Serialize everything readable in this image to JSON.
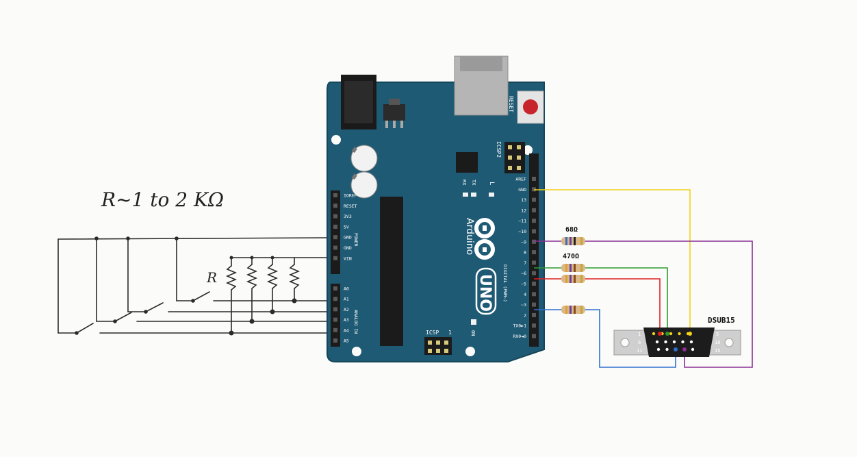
{
  "annotations": {
    "resistance_note": "R~1 to 2 KΩ",
    "r_label": "R"
  },
  "board": {
    "name": "Arduino",
    "model": "UNO",
    "reset_label": "RESET",
    "icsp2_label": "ICSP2",
    "icsp_label": "ICSP",
    "icsp_pin1": "1",
    "tx_label": "TX",
    "rx_label": "RX",
    "l_label": "L",
    "on_label": "ON",
    "power_section": "POWER",
    "analog_section": "ANALOG IN",
    "digital_section": "DIGITAL (PWM~)",
    "power_pins": [
      "IOREF",
      "RESET",
      "3V3",
      "5V",
      "GND",
      "GND",
      "VIN"
    ],
    "analog_pins": [
      "A0",
      "A1",
      "A2",
      "A3",
      "A4",
      "A5"
    ],
    "digital_pins": [
      "AREF",
      "GND",
      "13",
      "12",
      "~11",
      "~10",
      "~9",
      "8",
      "7",
      "~6",
      "~5",
      "4",
      "~3",
      "2",
      "TX0►1",
      "RX0◄0"
    ]
  },
  "resistors": {
    "r1_label": "68Ω",
    "r2_label": "470Ω"
  },
  "connector": {
    "name": "DSUB15",
    "pin_labels": [
      "1",
      "5",
      "6",
      "10",
      "11",
      "15"
    ]
  },
  "colors": {
    "board": "#1f5a74",
    "board_dark": "#174a60",
    "gnd_wire": "#f2d21a",
    "pin9_wire": "#8a2f94",
    "pin7_wire": "#2e9a2e",
    "pin6_wire": "#e02020",
    "pin3_wire": "#2f6fcf"
  }
}
